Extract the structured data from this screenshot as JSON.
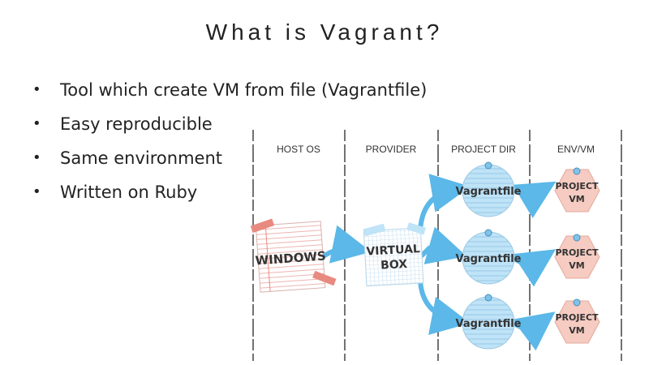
{
  "slide": {
    "title": "What is Vagrant?",
    "bullets": [
      "Tool which create VM from file (Vagrantfile)",
      "Easy reproducible",
      "Same environment",
      "Written on Ruby"
    ]
  },
  "diagram": {
    "columns": [
      "HOST OS",
      "PROVIDER",
      "PROJECT DIR",
      "ENV/VM"
    ],
    "host_label": "WINDOWS",
    "provider_label": [
      "VIRTUAL",
      "BOX"
    ],
    "project_files": [
      "Vagrantfile",
      "Vagrantfile",
      "Vagrantfile"
    ],
    "vms": [
      [
        "PROJECT",
        "VM"
      ],
      [
        "PROJECT",
        "VM"
      ],
      [
        "PROJECT",
        "VM"
      ]
    ],
    "colors": {
      "arrow": "#5bb8e8",
      "circle_fill": "#bfe3f7",
      "vm_fill": "#f6cbc1",
      "windows_accent": "#e88a80",
      "grid_blue": "#9fc8e6"
    }
  }
}
